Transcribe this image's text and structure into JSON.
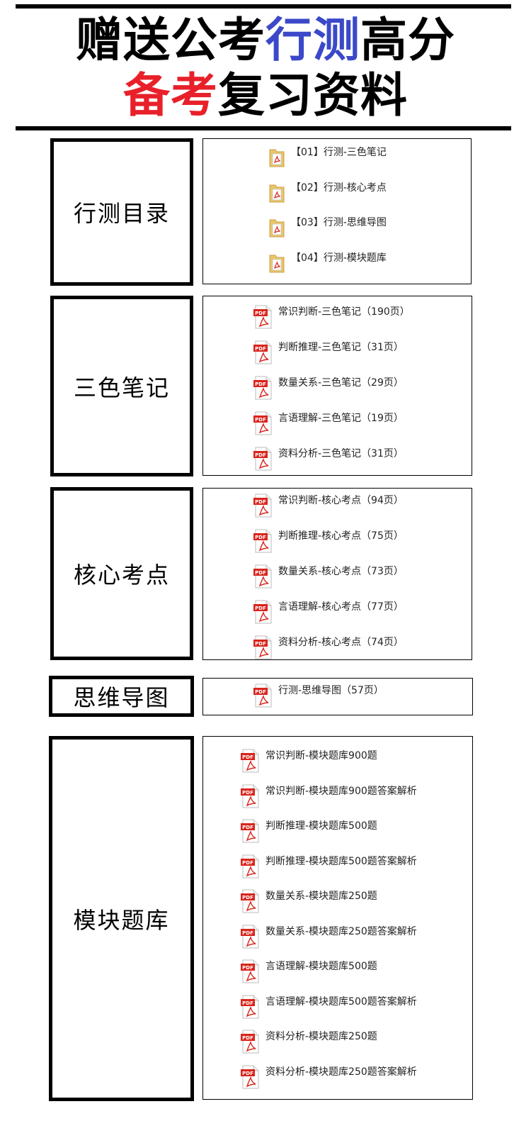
{
  "header": {
    "line1_part1": "赠送公考",
    "line1_part2": "行测",
    "line1_part3": "高分",
    "line2_part1": "备考",
    "line2_part2": "复习资料"
  },
  "colors": {
    "blue": "#3b49c9",
    "red": "#e8202a",
    "pdf_red": "#d9251c",
    "folder_tan": "#e9c46a"
  },
  "sections": [
    {
      "label": "行测目录",
      "icon": "folder-pdf-icon",
      "items": [
        "【01】行测-三色笔记",
        "【02】行测-核心考点",
        "【03】行测-思维导图",
        "【04】行测-模块题库"
      ]
    },
    {
      "label": "三色笔记",
      "icon": "pdf-icon",
      "items": [
        "常识判断-三色笔记（190页）",
        "判断推理-三色笔记（31页）",
        "数量关系-三色笔记（29页）",
        "言语理解-三色笔记（19页）",
        "资料分析-三色笔记（31页）"
      ]
    },
    {
      "label": "核心考点",
      "icon": "pdf-icon",
      "items": [
        "常识判断-核心考点（94页）",
        "判断推理-核心考点（75页）",
        "数量关系-核心考点（73页）",
        "言语理解-核心考点（77页）",
        "资料分析-核心考点（74页）"
      ]
    },
    {
      "label": "思维导图",
      "icon": "pdf-icon",
      "items": [
        "行测-思维导图（57页）"
      ]
    },
    {
      "label": "模块题库",
      "icon": "pdf-icon",
      "items": [
        "常识判断-模块题库900题",
        "常识判断-模块题库900题答案解析",
        "判断推理-模块题库500题",
        "判断推理-模块题库500题答案解析",
        "数量关系-模块题库250题",
        "数量关系-模块题库250题答案解析",
        "言语理解-模块题库500题",
        "言语理解-模块题库500题答案解析",
        "资料分析-模块题库250题",
        "资料分析-模块题库250题答案解析"
      ]
    }
  ]
}
